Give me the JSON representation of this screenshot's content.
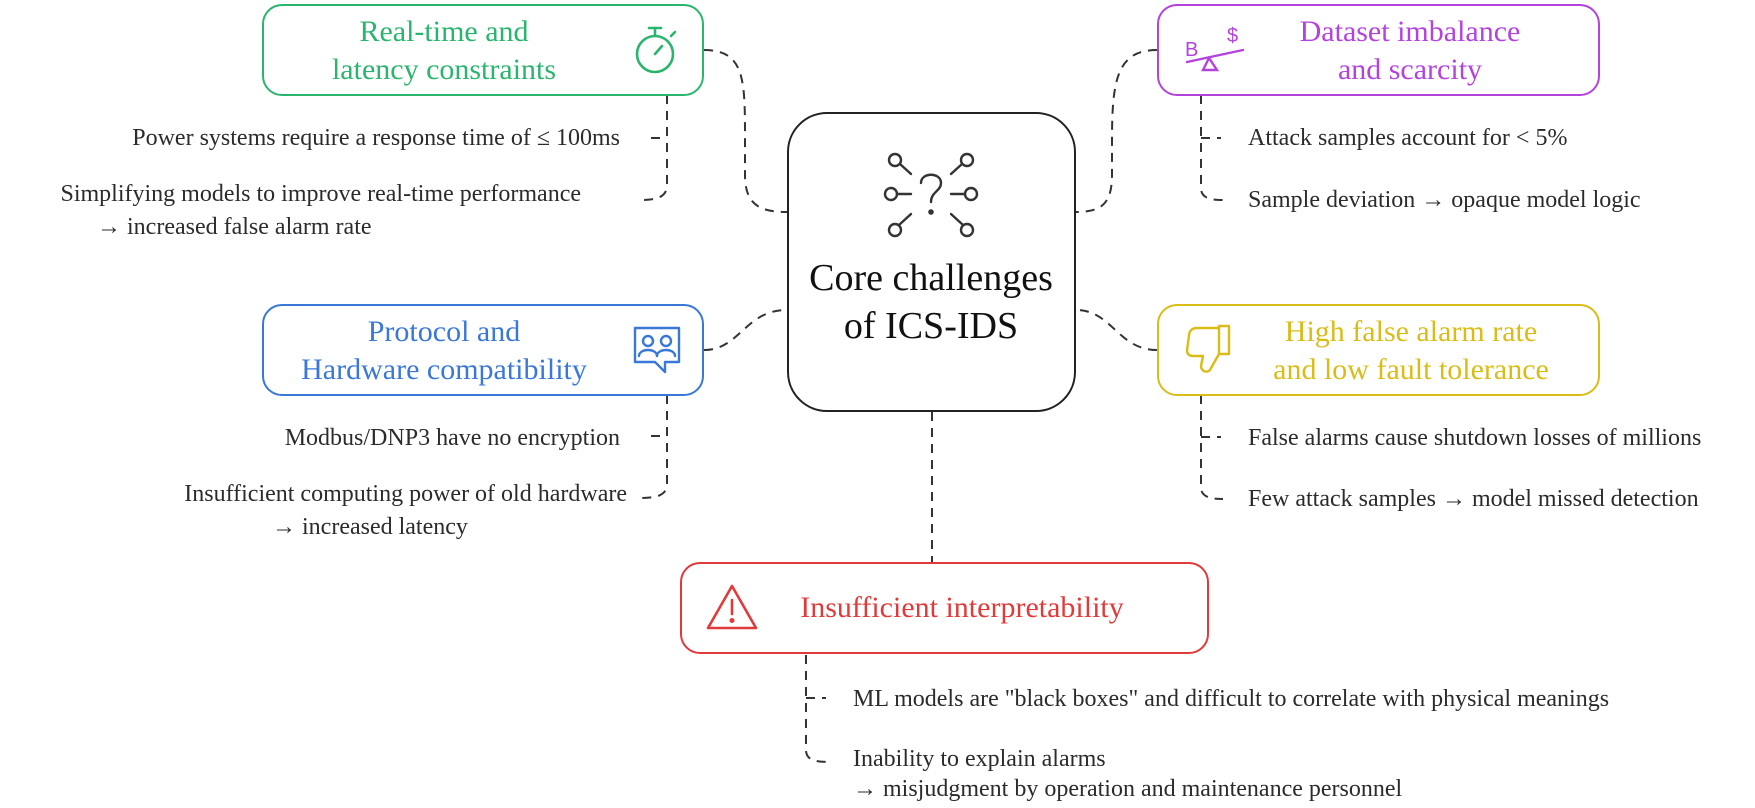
{
  "center": {
    "title_line1": "Core challenges",
    "title_line2": "of ICS-IDS"
  },
  "colors": {
    "green": "#2ab56e",
    "purple": "#b443dd",
    "blue": "#3a78d8",
    "yellow": "#d9bd16",
    "red": "#e03a3a",
    "dark": "#222222"
  },
  "nodes": {
    "realtime": {
      "title_line1": "Real-time and",
      "title_line2": "latency constraints",
      "icon": "stopwatch-icon",
      "items": [
        "Power systems require a response time of ≤ 100ms"
      ],
      "item2_line1": "Simplifying models to improve real-time performance",
      "item2_line2": "→ increased false alarm rate"
    },
    "dataset": {
      "title_line1": "Dataset imbalance",
      "title_line2": "and scarcity",
      "icon": "balance-scale-icon",
      "items": [
        "Attack samples account for < 5%",
        "Sample deviation → opaque model logic"
      ]
    },
    "protocol": {
      "title_line1": "Protocol and",
      "title_line2": "Hardware compatibility",
      "icon": "users-chat-icon",
      "items": [
        "Modbus/DNP3 have no encryption"
      ],
      "item2_line1": "Insufficient computing power of old hardware",
      "item2_line2": "→ increased latency"
    },
    "falsealarm": {
      "title_line1": "High false alarm rate",
      "title_line2": "and low fault tolerance",
      "icon": "thumbs-down-icon",
      "items": [
        "False alarms cause shutdown losses of millions",
        "Few attack samples → model missed detection"
      ]
    },
    "interpret": {
      "title": "Insufficient interpretability",
      "icon": "warning-icon",
      "items": [
        "ML models are \"black boxes\" and difficult to correlate with physical meanings"
      ],
      "item2_line1": "Inability to explain alarms",
      "item2_line2": "→ misjudgment by operation and maintenance personnel"
    }
  }
}
